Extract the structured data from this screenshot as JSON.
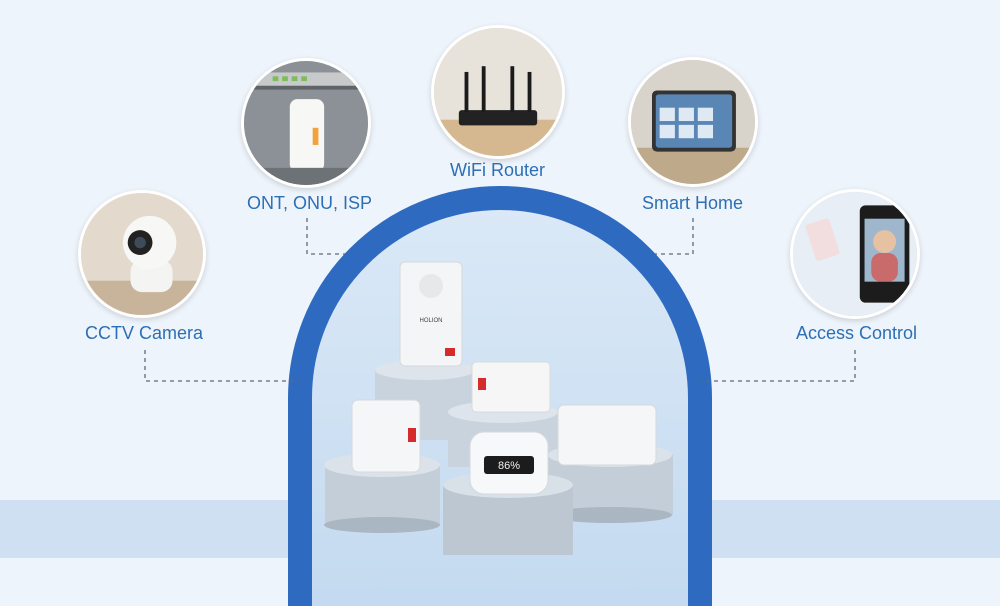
{
  "devices": [
    {
      "id": "cctv",
      "label": "CCTV Camera"
    },
    {
      "id": "ont",
      "label": "ONT, ONU, ISP"
    },
    {
      "id": "router",
      "label": "WiFi Router"
    },
    {
      "id": "smarthome",
      "label": "Smart Home"
    },
    {
      "id": "access",
      "label": "Access Control"
    }
  ],
  "product": {
    "brand_text": "HOLION",
    "display_reading": "86%"
  },
  "colors": {
    "accent": "#2d6fb4",
    "arch": "#2e6bc0",
    "pedestal": "#c9d3dd",
    "background": "#eef4fb"
  }
}
